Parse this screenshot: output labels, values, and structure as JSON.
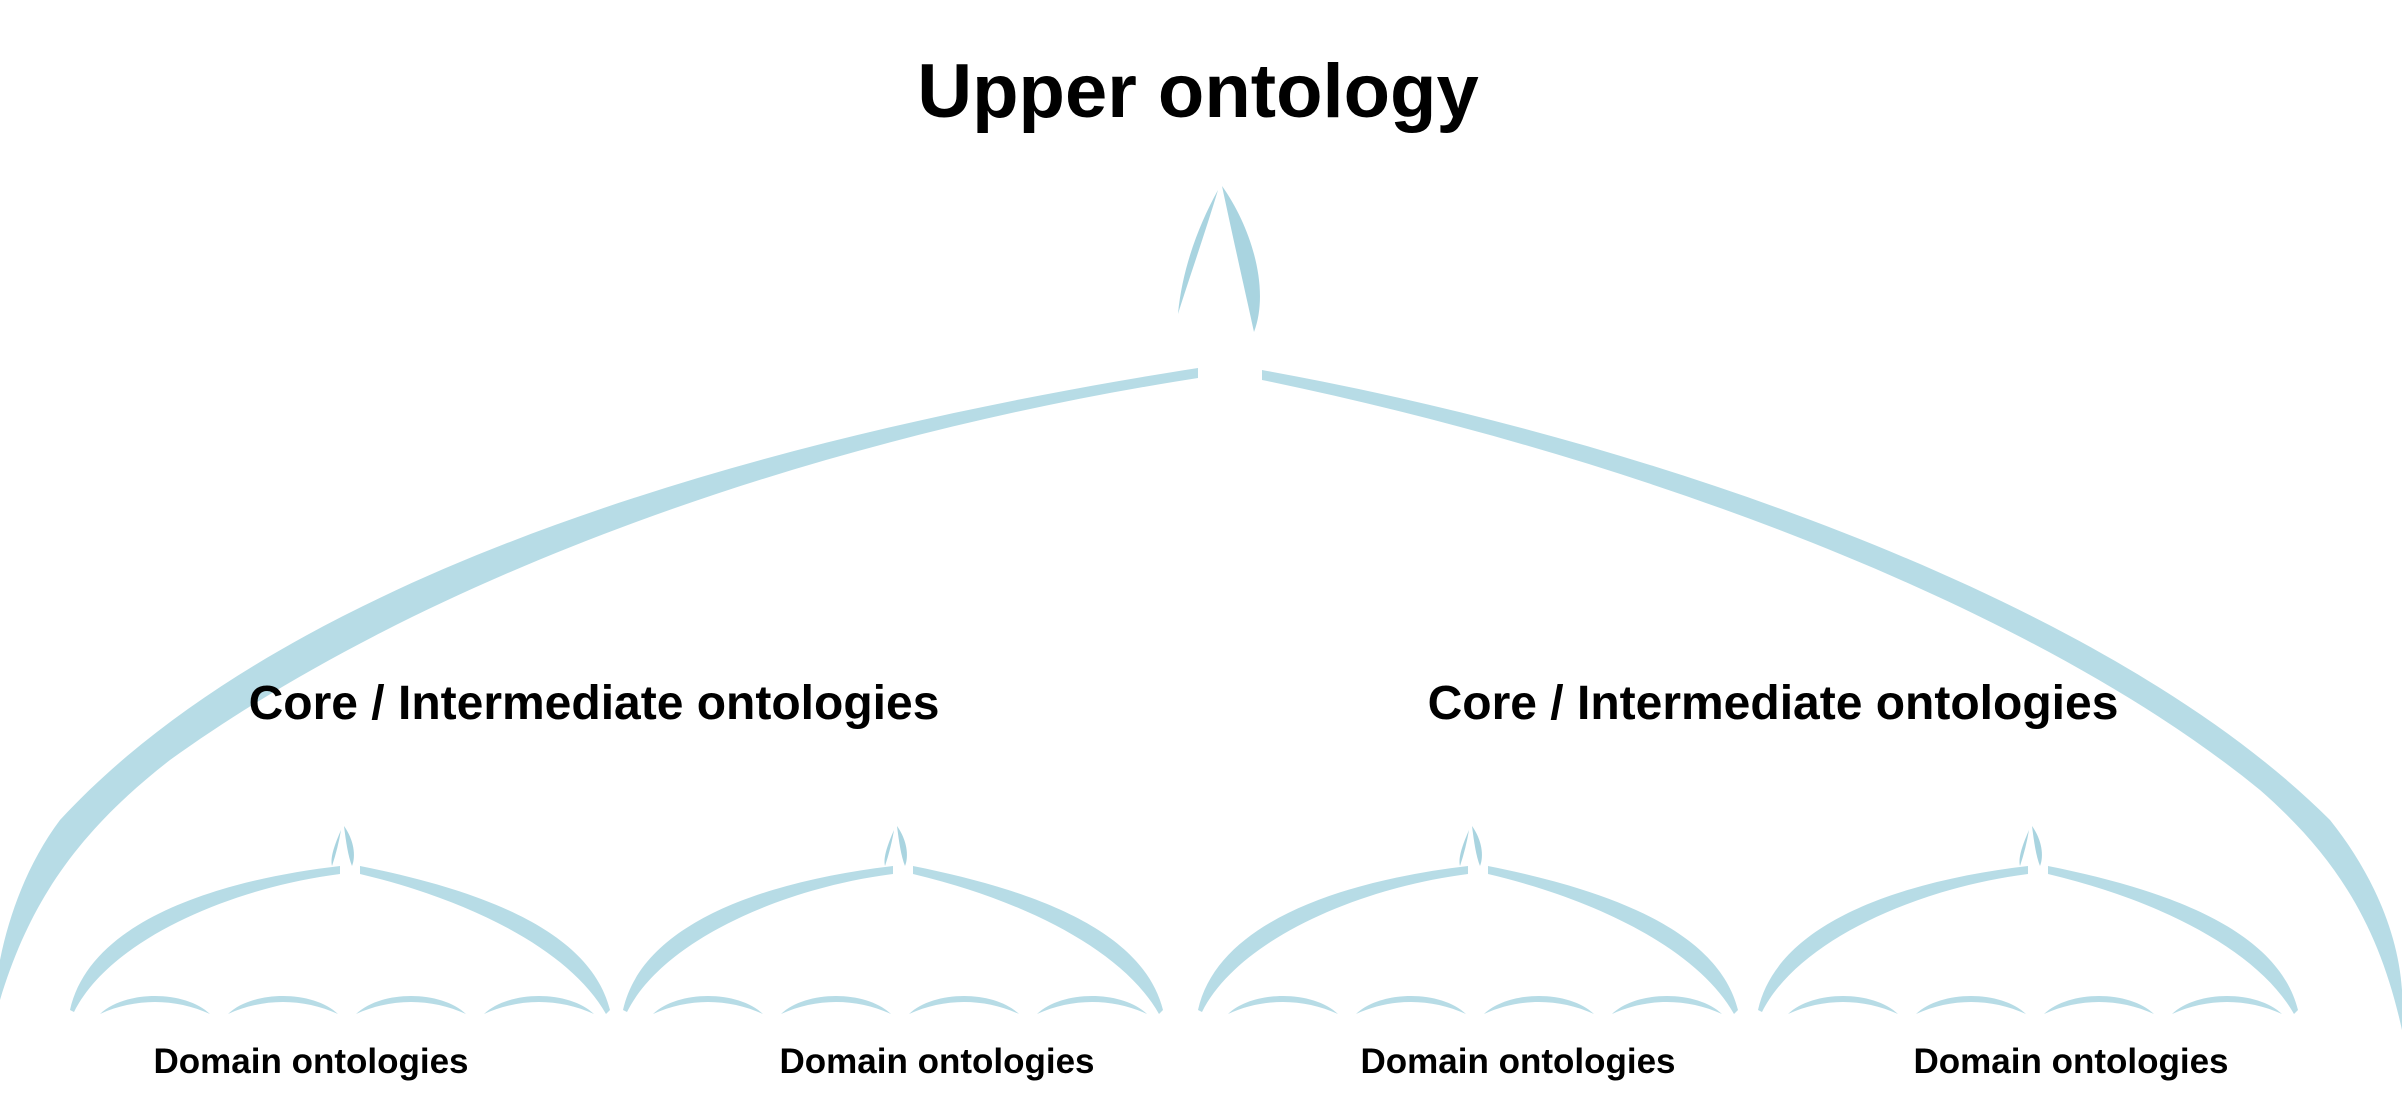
{
  "diagram": {
    "top_label": "Upper ontology",
    "core_labels": [
      "Core / Intermediate ontologies",
      "Core / Intermediate ontologies"
    ],
    "domain_labels": [
      "Domain ontologies",
      "Domain ontologies",
      "Domain ontologies",
      "Domain ontologies"
    ],
    "colors": {
      "arc": "#b7dce6",
      "arc_dark": "#a9d4e0",
      "text": "#000000",
      "background": "#ffffff"
    }
  }
}
